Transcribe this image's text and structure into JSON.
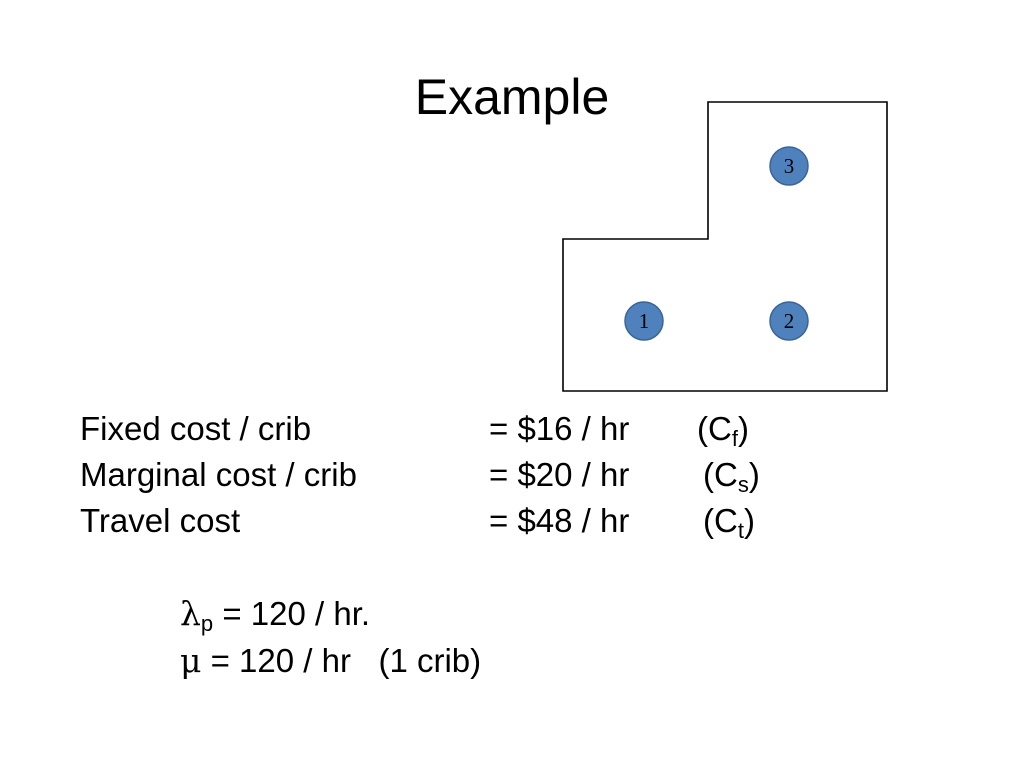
{
  "slide": {
    "title": "Example"
  },
  "diagram": {
    "colors": {
      "outline": "#000000",
      "node_fill": "#4f81bd",
      "node_stroke": "#3a6596"
    },
    "nodes": [
      {
        "label": "1"
      },
      {
        "label": "2"
      },
      {
        "label": "3"
      }
    ]
  },
  "costs": [
    {
      "label": "Fixed cost / crib",
      "value": "= $16 / hr",
      "symbol": "C",
      "sub": "f"
    },
    {
      "label": "Marginal cost / crib",
      "value": "= $20 / hr",
      "symbol": "C",
      "sub": "s"
    },
    {
      "label": "Travel cost",
      "value": "= $48 / hr",
      "symbol": "C",
      "sub": "t"
    }
  ],
  "rates": {
    "lambda": {
      "symbol": "λ",
      "sub": "p",
      "text": " = 120 / hr."
    },
    "mu": {
      "symbol": "μ",
      "text": " = 120 / hr   (1 crib)"
    }
  }
}
